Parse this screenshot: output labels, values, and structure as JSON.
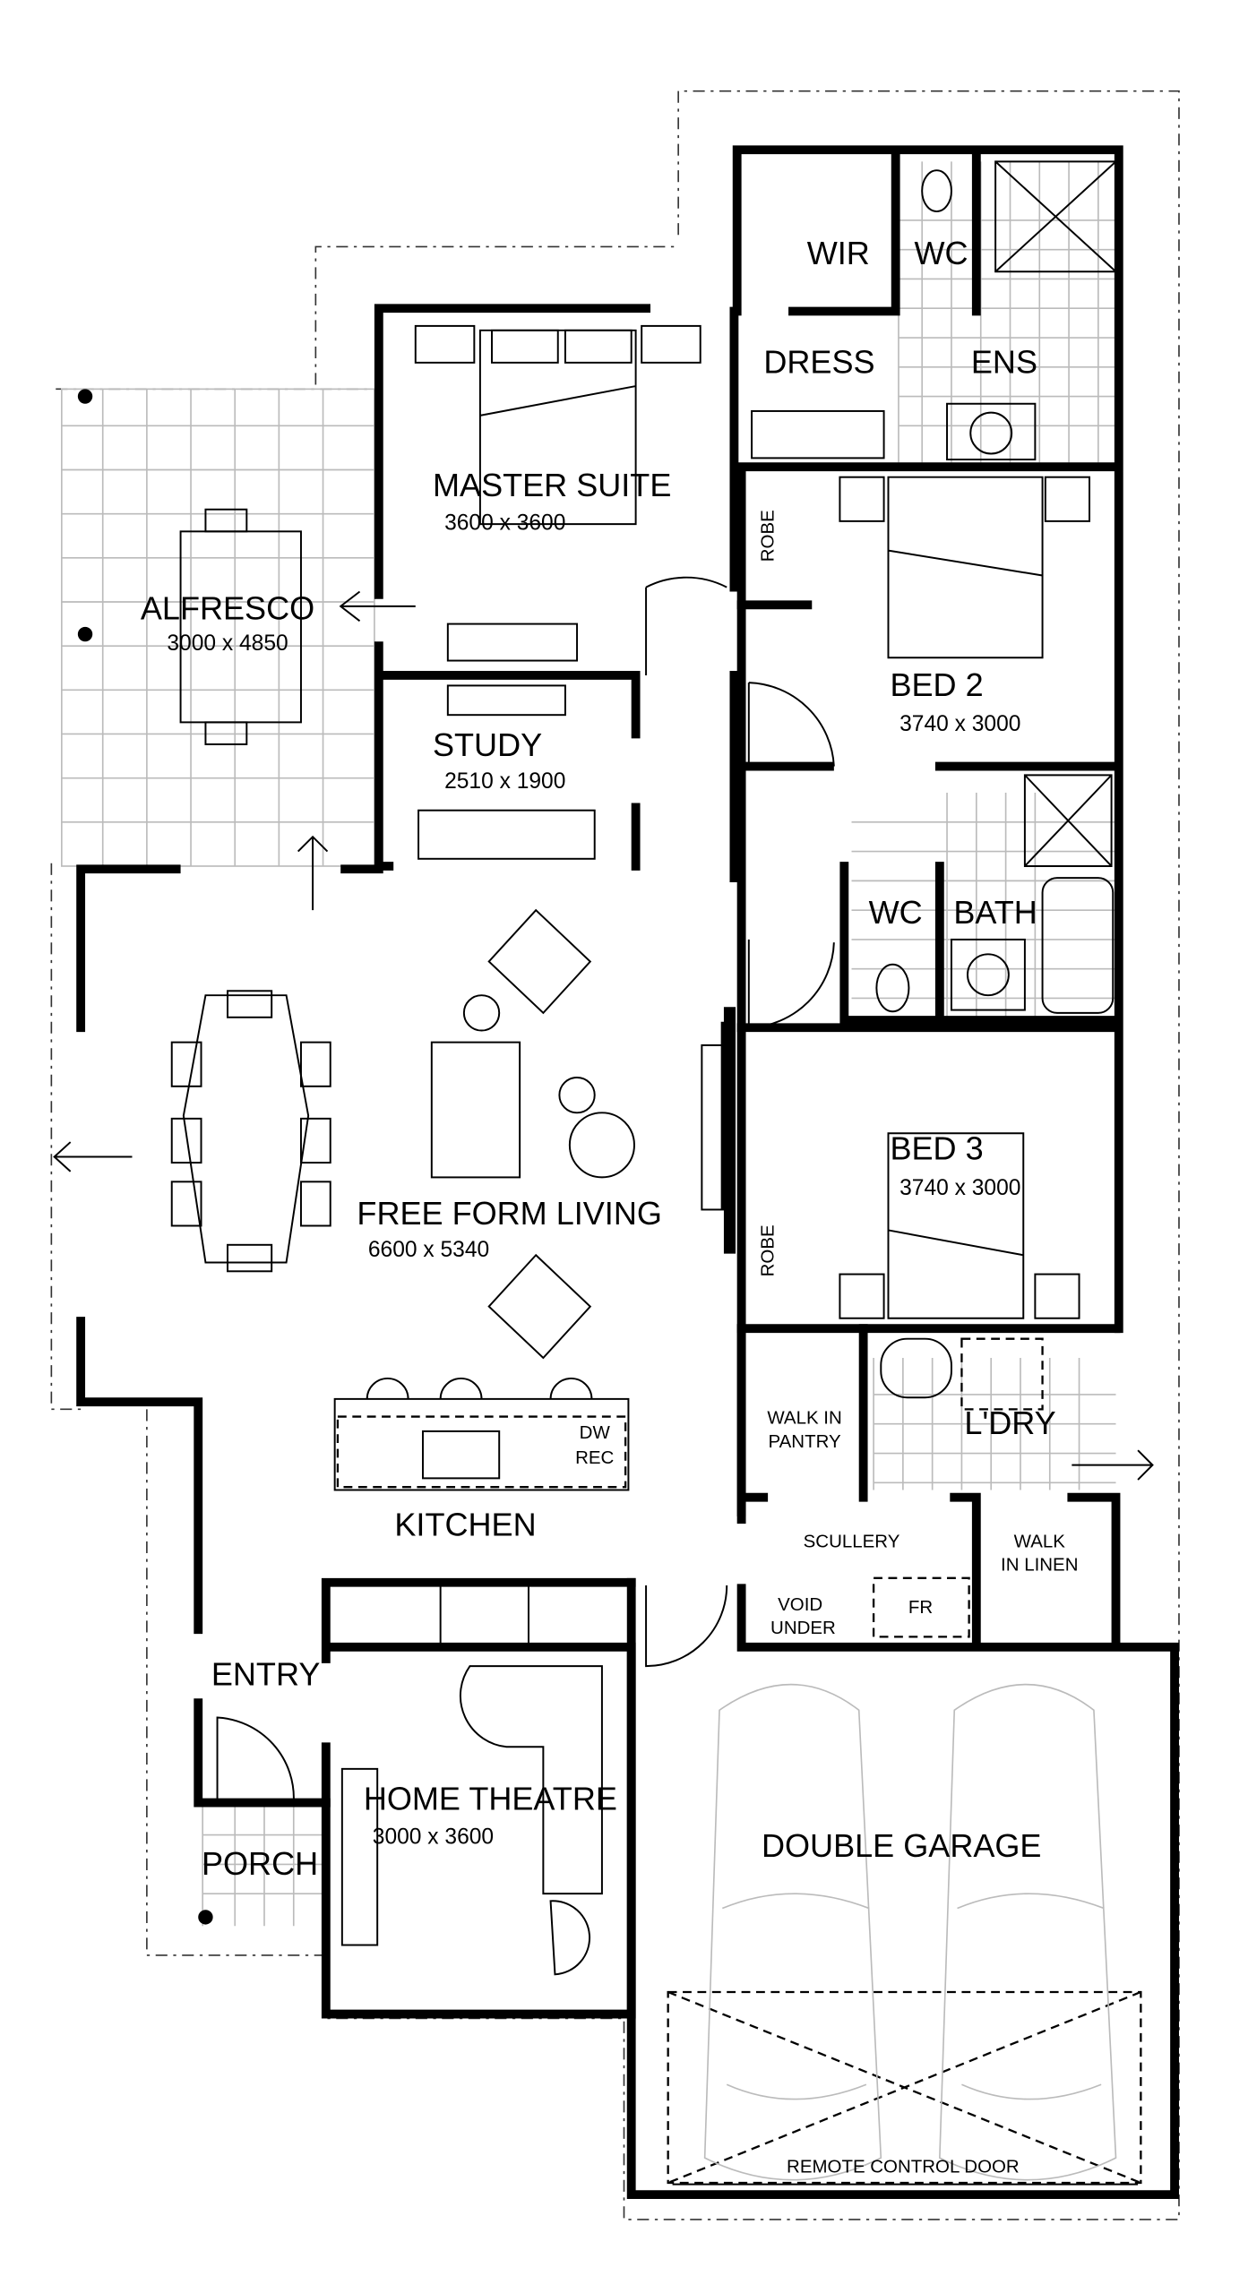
{
  "plan": {
    "rooms": {
      "wir": {
        "name": "WIR"
      },
      "ens_wc": {
        "name": "WC"
      },
      "dress": {
        "name": "DRESS"
      },
      "ens": {
        "name": "ENS"
      },
      "master": {
        "name": "MASTER SUITE",
        "dims": "3600 x 3600"
      },
      "alfresco": {
        "name": "ALFRESCO",
        "dims": "3000 x 4850"
      },
      "robe1": {
        "name": "ROBE"
      },
      "bed2": {
        "name": "BED 2",
        "dims": "3740 x 3000"
      },
      "study": {
        "name": "STUDY",
        "dims": "2510 x 1900"
      },
      "wc": {
        "name": "WC"
      },
      "bath": {
        "name": "BATH"
      },
      "bed3": {
        "name": "BED 3",
        "dims": "3740 x 3000"
      },
      "robe2": {
        "name": "ROBE"
      },
      "living": {
        "name": "FREE FORM LIVING",
        "dims": "6600 x 5340"
      },
      "pantry": {
        "line1": "WALK IN",
        "line2": "PANTRY"
      },
      "laundry": {
        "name": "L'DRY"
      },
      "dw": {
        "line1": "DW",
        "line2": "REC"
      },
      "kitchen": {
        "name": "KITCHEN"
      },
      "scullery": {
        "name": "SCULLERY"
      },
      "linen": {
        "line1": "WALK",
        "line2": "IN LINEN"
      },
      "void": {
        "line1": "VOID",
        "line2": "UNDER"
      },
      "fridge": {
        "name": "FR"
      },
      "entry": {
        "name": "ENTRY"
      },
      "theatre": {
        "name": "HOME THEATRE",
        "dims": "3000 x 3600"
      },
      "porch": {
        "name": "PORCH"
      },
      "garage": {
        "name": "DOUBLE GARAGE",
        "door": "REMOTE CONTROL DOOR"
      }
    }
  }
}
